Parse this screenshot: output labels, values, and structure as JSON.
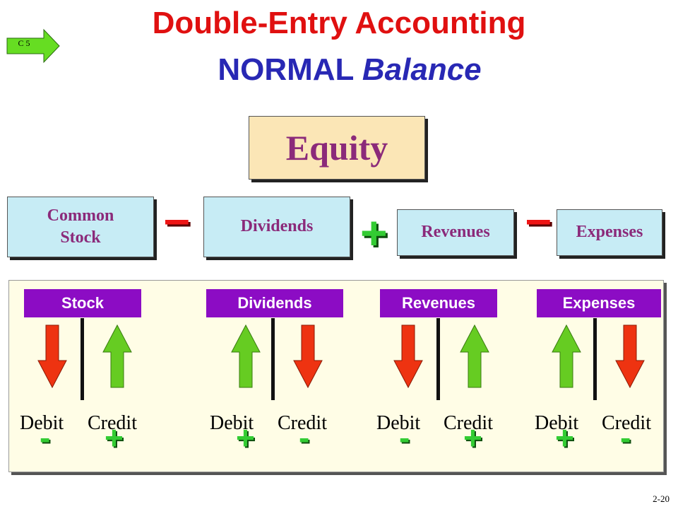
{
  "title": {
    "line1": "Double-Entry Accounting",
    "line2_normal": "NORMAL",
    "line2_italic": "Balance"
  },
  "tag": {
    "label": "C 5"
  },
  "equity": {
    "label": "Equity"
  },
  "equation": {
    "accounts": [
      {
        "line1": "Common",
        "line2": "Stock"
      },
      {
        "line1": "Dividends"
      },
      {
        "line1": "Revenues"
      },
      {
        "line1": "Expenses"
      }
    ],
    "operators": [
      "–",
      "+",
      "–"
    ]
  },
  "t_accounts": [
    {
      "header": "Stock",
      "debit_label": "Debit",
      "credit_label": "Credit",
      "debit_sign": "-",
      "credit_sign": "+",
      "debit_arrow": "down",
      "credit_arrow": "up"
    },
    {
      "header": "Dividends",
      "debit_label": "Debit",
      "credit_label": "Credit",
      "debit_sign": "+",
      "credit_sign": "-",
      "debit_arrow": "up",
      "credit_arrow": "down"
    },
    {
      "header": "Revenues",
      "debit_label": "Debit",
      "credit_label": "Credit",
      "debit_sign": "-",
      "credit_sign": "+",
      "debit_arrow": "down",
      "credit_arrow": "up"
    },
    {
      "header": "Expenses",
      "debit_label": "Debit",
      "credit_label": "Credit",
      "debit_sign": "+",
      "credit_sign": "-",
      "debit_arrow": "up",
      "credit_arrow": "down"
    }
  ],
  "colors": {
    "title_red": "#e01010",
    "title_blue": "#2828b4",
    "header_purple": "#8c0cc4",
    "arrow_up_green": "#66cc22",
    "arrow_down_red": "#ee3311",
    "sign_green": "#33cc33"
  },
  "page_number": "2-20"
}
